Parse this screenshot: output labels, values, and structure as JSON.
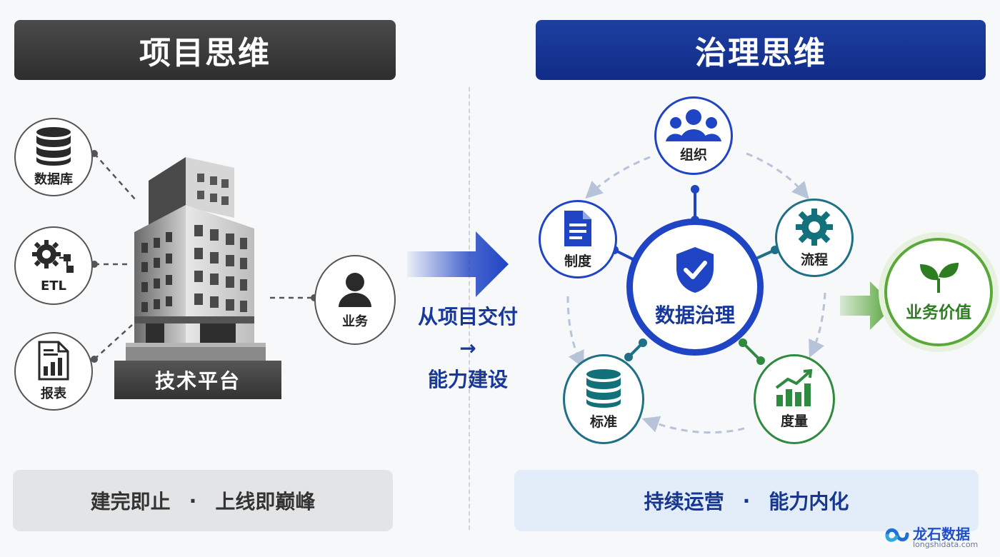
{
  "left": {
    "title": "项目思维",
    "nodes": {
      "database": "数据库",
      "etl": "ETL",
      "report": "报表",
      "business": "业务"
    },
    "platform": "技术平台",
    "bottom": {
      "part1": "建完即止",
      "sep": "·",
      "part2": "上线即巅峰"
    }
  },
  "transition": {
    "line1": "从项目交付",
    "line2": "→",
    "line3": "能力建设"
  },
  "right": {
    "title": "治理思维",
    "center": "数据治理",
    "nodes": {
      "org": "组织",
      "process": "流程",
      "metric": "度量",
      "standard": "标准",
      "policy": "制度"
    },
    "value": "业务价值",
    "bottom": {
      "part1": "持续运营",
      "sep": "·",
      "part2": "能力内化"
    }
  },
  "logo": {
    "name": "龙石数据",
    "url": "longshidata.com"
  },
  "colors": {
    "gray": "#3a3a3a",
    "navy": "#16368f",
    "blue": "#1f44c4",
    "teal": "#12717a",
    "green": "#2e8a3e",
    "value_green": "#5aa83a"
  }
}
